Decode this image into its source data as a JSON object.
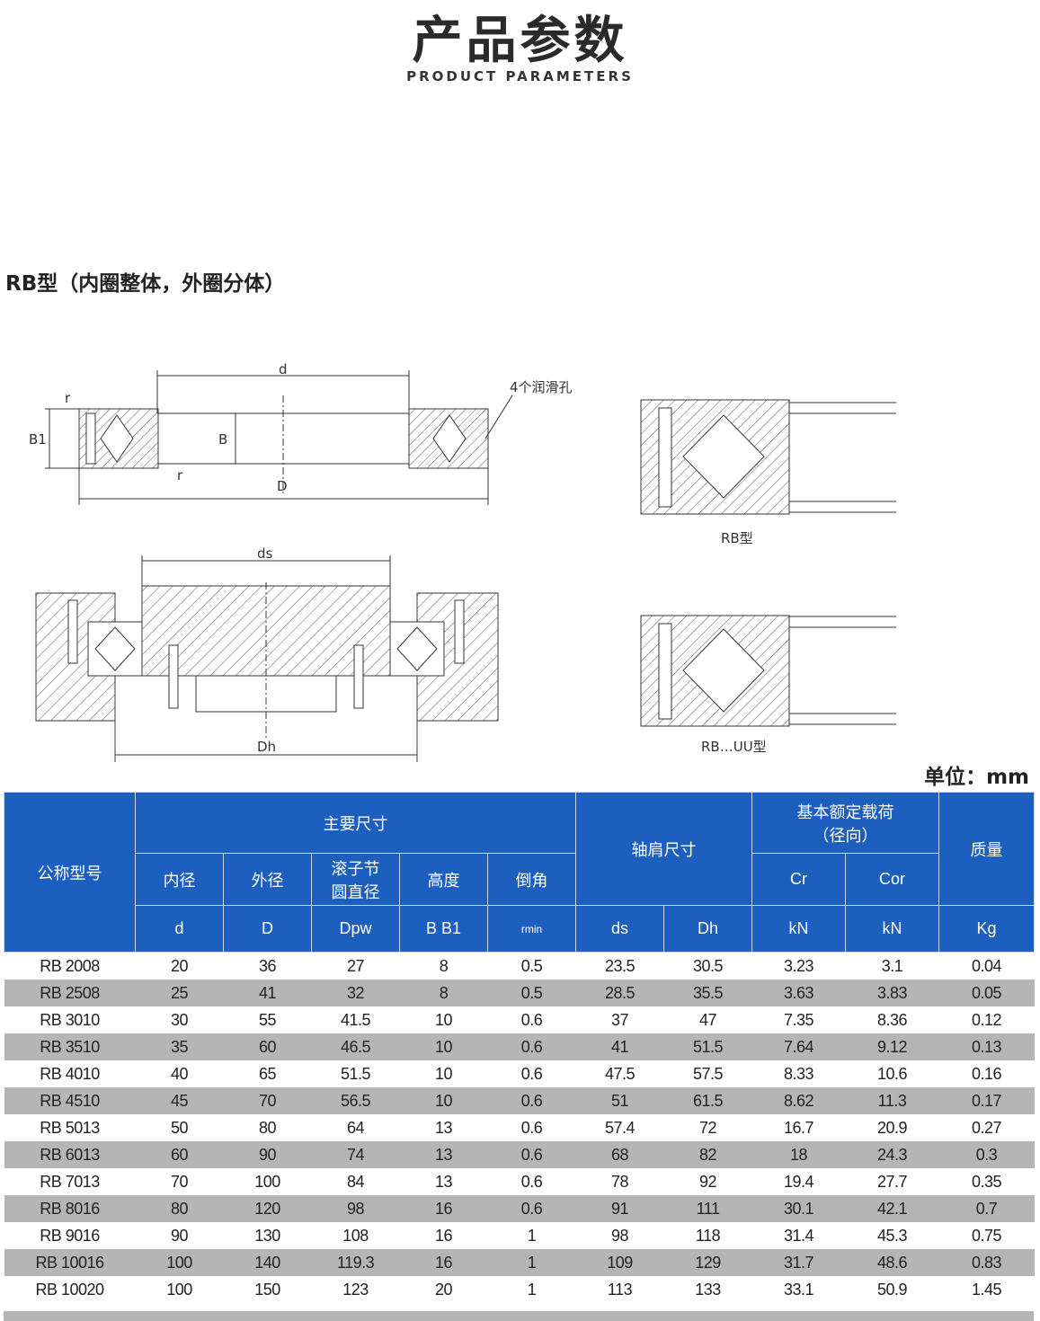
{
  "header": {
    "title_cn": "产品参数",
    "title_en": "PRODUCT PARAMETERS"
  },
  "section_title": "RB型（内圈整体，外圈分体）",
  "drawing": {
    "labels": {
      "d": "d",
      "D": "D",
      "B": "B",
      "B1": "B1",
      "r": "r",
      "r2": "r",
      "lube": "4个润滑孔",
      "ds": "ds",
      "Dh": "Dh",
      "rb_type": "RB型",
      "rbuu_type": "RB…UU型"
    }
  },
  "unit": "单位：mm",
  "table": {
    "header": {
      "model": "公称型号",
      "main_dims": "主要尺寸",
      "inner": "内径",
      "outer": "外径",
      "roller_line1": "滚子节",
      "roller_line2": "圆直径",
      "height": "高度",
      "chamfer": "倒角",
      "shoulder": "轴肩尺寸",
      "load_line1": "基本额定载荷",
      "load_line2": "（径向）",
      "mass": "质量",
      "cr": "Cr",
      "cor": "Cor",
      "sym_d": "d",
      "sym_D": "D",
      "sym_dpw": "Dpw",
      "sym_bb1": "B B1",
      "sym_r": "rmin",
      "sym_ds": "ds",
      "sym_dh": "Dh",
      "sym_kn1": "kN",
      "sym_kn2": "kN",
      "sym_kg": "Kg"
    },
    "rows": [
      [
        "RB 2008",
        "20",
        "36",
        "27",
        "8",
        "0.5",
        "23.5",
        "30.5",
        "3.23",
        "3.1",
        "0.04"
      ],
      [
        "RB 2508",
        "25",
        "41",
        "32",
        "8",
        "0.5",
        "28.5",
        "35.5",
        "3.63",
        "3.83",
        "0.05"
      ],
      [
        "RB 3010",
        "30",
        "55",
        "41.5",
        "10",
        "0.6",
        "37",
        "47",
        "7.35",
        "8.36",
        "0.12"
      ],
      [
        "RB 3510",
        "35",
        "60",
        "46.5",
        "10",
        "0.6",
        "41",
        "51.5",
        "7.64",
        "9.12",
        "0.13"
      ],
      [
        "RB 4010",
        "40",
        "65",
        "51.5",
        "10",
        "0.6",
        "47.5",
        "57.5",
        "8.33",
        "10.6",
        "0.16"
      ],
      [
        "RB 4510",
        "45",
        "70",
        "56.5",
        "10",
        "0.6",
        "51",
        "61.5",
        "8.62",
        "11.3",
        "0.17"
      ],
      [
        "RB 5013",
        "50",
        "80",
        "64",
        "13",
        "0.6",
        "57.4",
        "72",
        "16.7",
        "20.9",
        "0.27"
      ],
      [
        "RB 6013",
        "60",
        "90",
        "74",
        "13",
        "0.6",
        "68",
        "82",
        "18",
        "24.3",
        "0.3"
      ],
      [
        "RB 7013",
        "70",
        "100",
        "84",
        "13",
        "0.6",
        "78",
        "92",
        "19.4",
        "27.7",
        "0.35"
      ],
      [
        "RB 8016",
        "80",
        "120",
        "98",
        "16",
        "0.6",
        "91",
        "111",
        "30.1",
        "42.1",
        "0.7"
      ],
      [
        "RB 9016",
        "90",
        "130",
        "108",
        "16",
        "1",
        "98",
        "118",
        "31.4",
        "45.3",
        "0.75"
      ],
      [
        "RB 10016",
        "100",
        "140",
        "119.3",
        "16",
        "1",
        "109",
        "129",
        "31.7",
        "48.6",
        "0.83"
      ],
      [
        "RB 10020",
        "100",
        "150",
        "123",
        "20",
        "1",
        "113",
        "133",
        "33.1",
        "50.9",
        "1.45"
      ]
    ]
  }
}
